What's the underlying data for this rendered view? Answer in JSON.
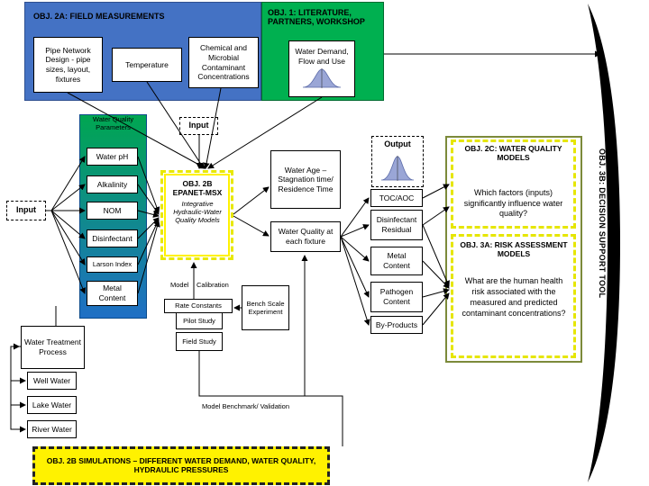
{
  "colors": {
    "blue_panel": "#4472c4",
    "green_panel": "#00b050",
    "gradient_top": "#00a651",
    "gradient_bottom": "#1f6fc5",
    "yellow": "#fff200",
    "curve_fill": "#9aa6d6"
  },
  "obj2a": {
    "title": "OBJ. 2A: FIELD MEASUREMENTS",
    "pipe": "Pipe Network Design - pipe sizes, layout, fixtures",
    "temperature": "Temperature",
    "chemical": "Chemical and Microbial Contaminant Concentrations"
  },
  "obj1": {
    "title": "OBJ. 1: LITERATURE, PARTNERS, WORKSHOP",
    "water_demand": "Water Demand, Flow and Use"
  },
  "wqp": {
    "title": "Water Quality Parameters",
    "items": [
      "Water pH",
      "Alkalinity",
      "NOM",
      "Disinfectant",
      "Larson Index",
      "Metal Content"
    ]
  },
  "input_top": "Input",
  "input_left": "Input",
  "obj2b": {
    "title": "OBJ. 2B EPANET-MSX",
    "subtitle": "Integrative Hydraulic-Water Quality Models"
  },
  "water_age": "Water Age – Stagnation time/ Residence Time",
  "wq_fixture": "Water Quality at each fixture",
  "output": {
    "label": "Output",
    "items": [
      "TOC/AOC",
      "Disinfectant Residual",
      "Metal Content",
      "Pathogen Content",
      "By-Products"
    ]
  },
  "obj2c": {
    "title": "OBJ. 2C: WATER QUALITY MODELS",
    "question": "Which factors (inputs) significantly influence water quality?"
  },
  "obj3a": {
    "title": "OBJ. 3A: RISK ASSESSMENT MODELS",
    "question": "What are the human health risk associated with the measured and predicted contaminant concentrations?"
  },
  "obj3b": "OBJ. 3B: DECISION SUPPORT TOOL",
  "model_label": "Model",
  "calibration_label": "Calibration",
  "rate_constants": "Rate Constants",
  "bench": "Bench Scale Experiment",
  "pilot": "Pilot Study",
  "field": "Field Study",
  "treatment": "Water Treatment Process",
  "sources": [
    "Well Water",
    "Lake Water",
    "River Water"
  ],
  "benchmark_label": "Model Benchmark/ Validation",
  "simulations": "OBJ. 2B SIMULATIONS – DIFFERENT WATER DEMAND, WATER QUALITY, HYDRAULIC PRESSURES"
}
